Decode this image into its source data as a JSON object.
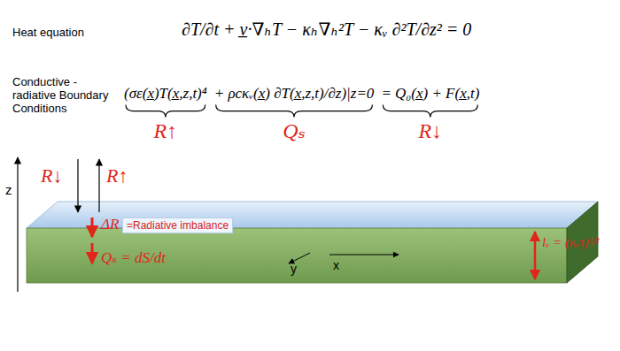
{
  "diagram": {
    "nodes": [
      {
        "text": [
          "=Radiative imbalance"
        ]
      }
    ],
    "labels": [
      "Heat equation",
      "∂T/∂t + v̲·∇ₕT − κₕ∇ₕ²T − κᵥ ∂²T/∂z² = 0",
      "Conductive - radiative Boundary Conditions",
      "(σε(x̲)T(x̲,z,t)⁴",
      "+ ρcκᵥ(x̲) ∂T(x̲,z,t)/∂z)|z=0",
      "= Q₀(x̲) + F(x̲,t)",
      "R↑",
      "Qₛ",
      "R↓",
      "z",
      "R↓",
      "R↑",
      "ΔR",
      "Qₛ = dS/dt",
      "y",
      "x",
      "lᵥ = (κᵥτ)¹⁄²"
    ]
  }
}
